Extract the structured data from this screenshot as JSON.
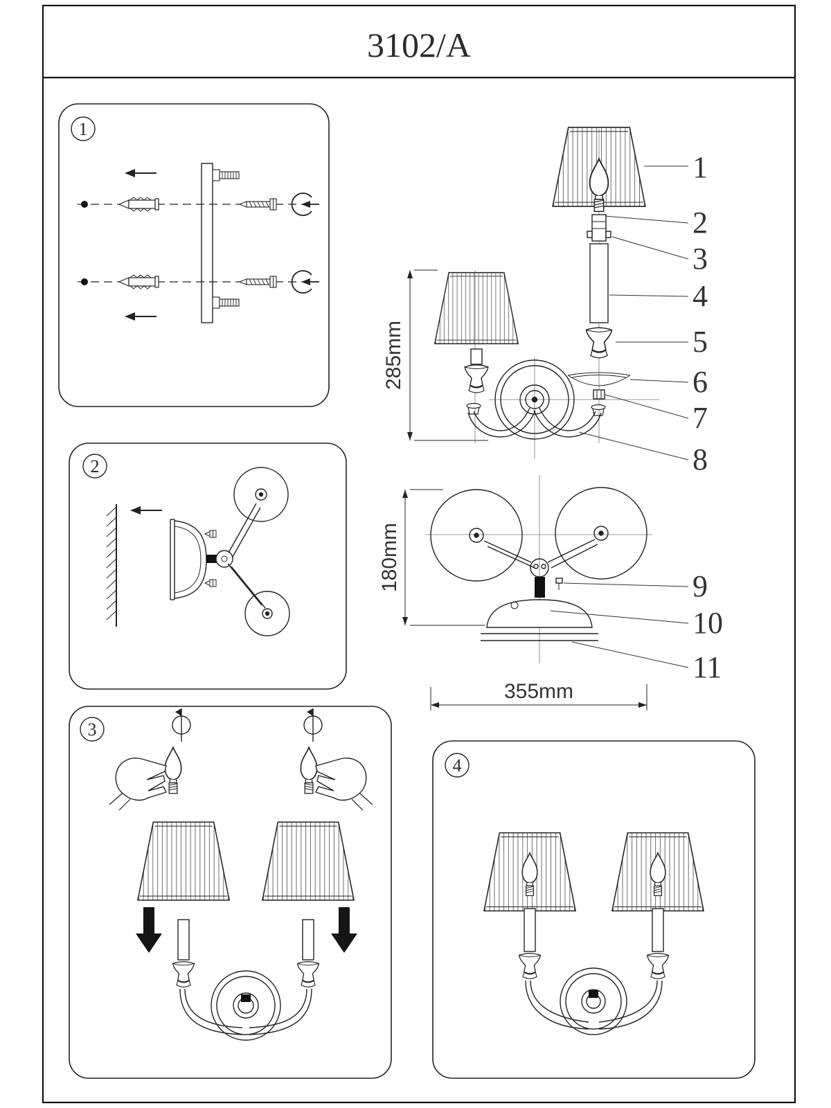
{
  "title": "3102/A",
  "steps": [
    "1",
    "2",
    "3",
    "4"
  ],
  "parts": [
    "1",
    "2",
    "3",
    "4",
    "5",
    "6",
    "7",
    "8",
    "9",
    "10",
    "11"
  ],
  "dimensions": {
    "height": "285mm",
    "depth": "180mm",
    "width": "355mm"
  }
}
